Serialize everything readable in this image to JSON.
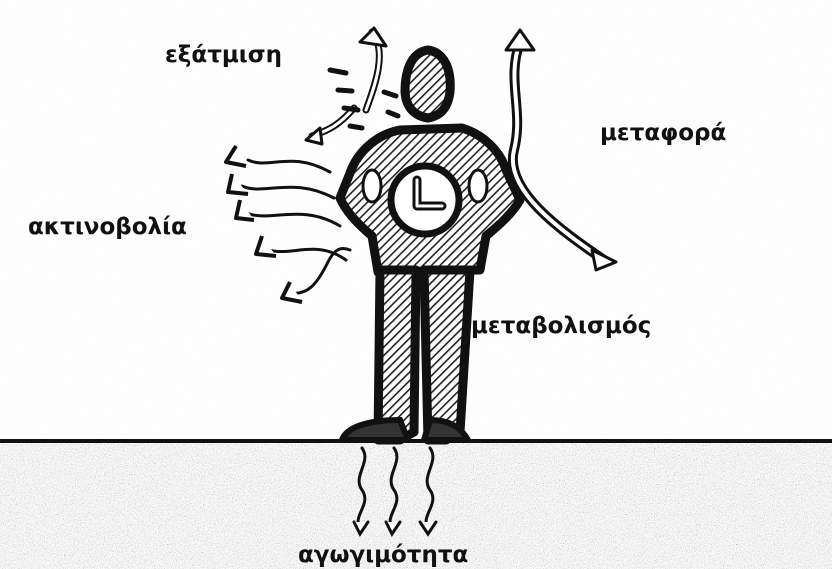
{
  "labels": {
    "evaporation": "εξάτμιση",
    "convection": "μεταφορά",
    "radiation": "ακτινοβολία",
    "metabolism": "μεταβολισμός",
    "conduction": "αγωγιμότητα"
  },
  "colors": {
    "ink": "#111111",
    "ground": "#8a8a8a",
    "background": "#ffffff"
  },
  "icons": {
    "person": "standing-person-figure",
    "metabolism": "clock-face",
    "heat_flow": "wavy-arrow"
  }
}
